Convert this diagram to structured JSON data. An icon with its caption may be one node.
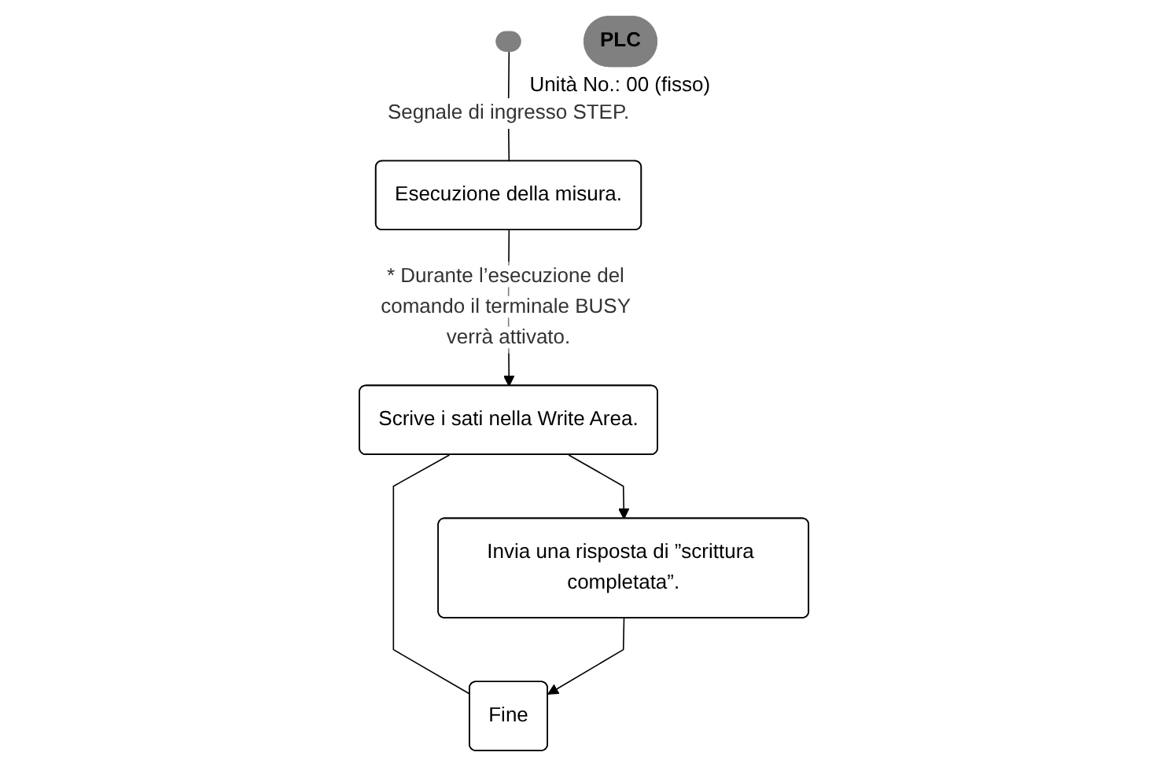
{
  "diagram": {
    "nodes": [
      {
        "text": [],
        "shape": "ellipse"
      },
      {
        "text": [
          "PLC"
        ],
        "beside": [
          "Unità No.: 00 (fisso)"
        ]
      },
      {
        "text": [
          "Esecuzione della misura."
        ]
      },
      {
        "text": [
          "Scrive i sati nella Write Area."
        ]
      },
      {
        "text": [
          "Invia una risposta di ”scrittura completata”."
        ]
      },
      {
        "text": [
          "Fine"
        ]
      }
    ],
    "edges": [
      {
        "from": 0,
        "to": 2,
        "arrow": "none",
        "label": "Segnale di ingresso STEP."
      },
      {
        "from": 2,
        "to": 3,
        "arrow": "to",
        "label": "* Durante l’esecuzione del comando il terminale BUSY verrà attivato."
      },
      {
        "from": 3,
        "to": 4,
        "arrow": "to"
      },
      {
        "from": 3,
        "to": 5,
        "arrow": "none"
      },
      {
        "from": 4,
        "to": 5,
        "arrow": "to"
      }
    ]
  }
}
